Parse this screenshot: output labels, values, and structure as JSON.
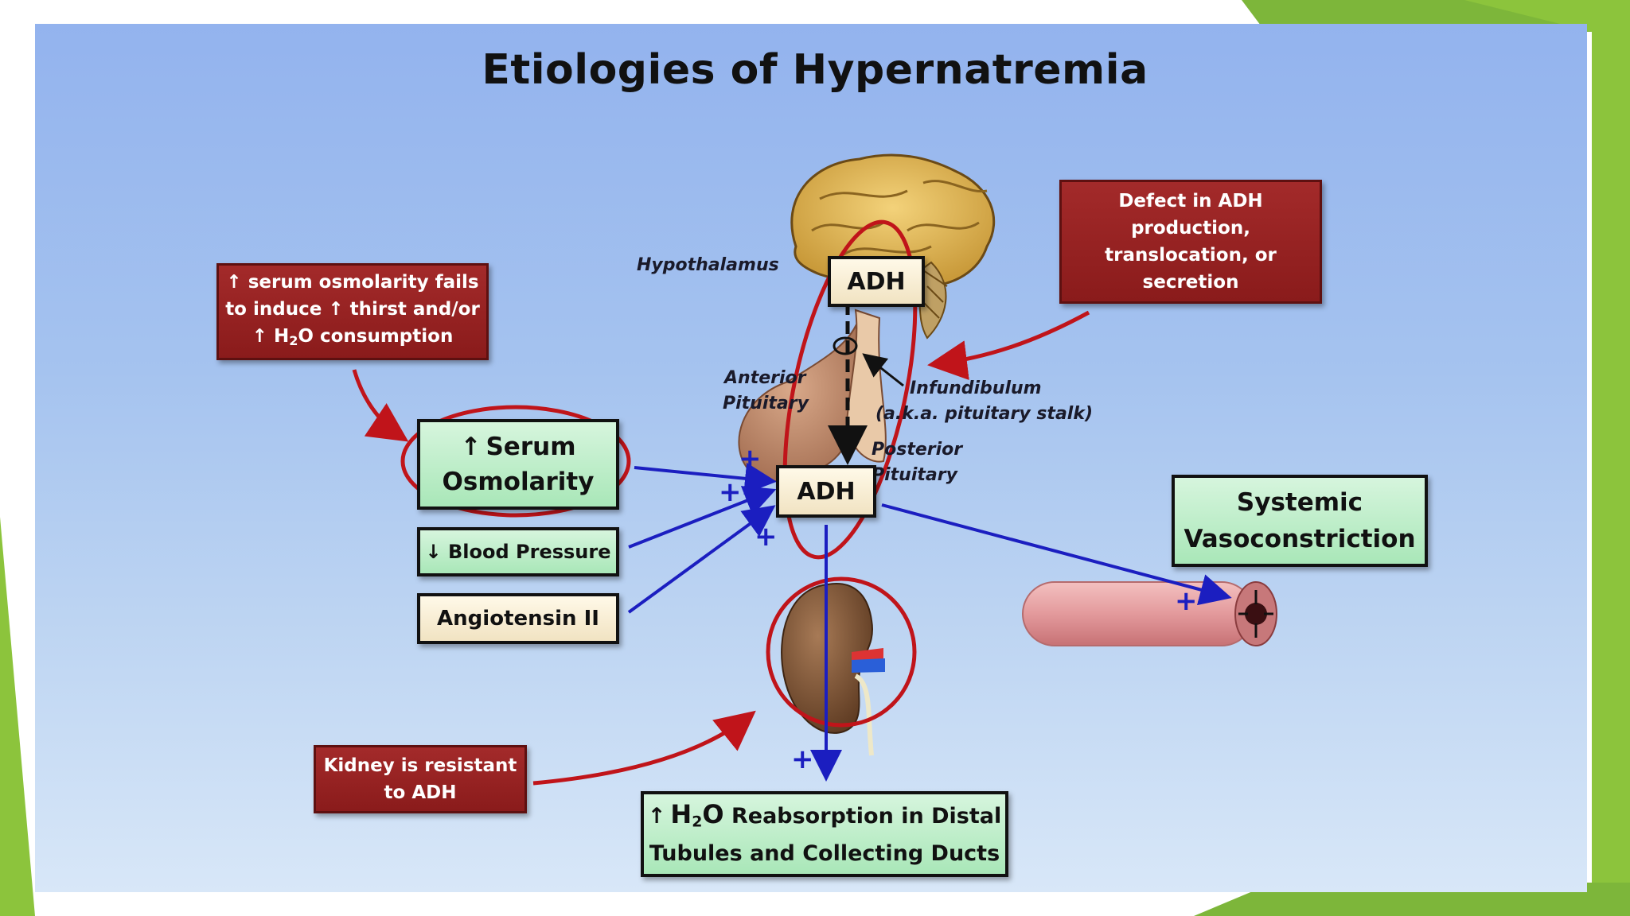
{
  "title": "Etiologies of Hypernatremia",
  "labels": {
    "hypothalamus": "Hypothalamus",
    "anterior_pituitary_1": "Anterior",
    "anterior_pituitary_2": "Pituitary",
    "infundibulum_1": "Infundibulum",
    "infundibulum_2": "(a.k.a. pituitary stalk)",
    "posterior_pituitary_1": "Posterior",
    "posterior_pituitary_2": "Pituitary"
  },
  "hormone_boxes": {
    "adh_hypothalamus": "ADH",
    "adh_pituitary": "ADH"
  },
  "stimuli": {
    "serum_osmolarity_1": "Serum",
    "serum_osmolarity_2": "Osmolarity",
    "blood_pressure": "↓ Blood Pressure",
    "angiotensin": "Angiotensin II"
  },
  "effects": {
    "vasoconstriction_1": "Systemic",
    "vasoconstriction_2": "Vasoconstriction",
    "reabsorption_1a": "H",
    "reabsorption_1b": "2",
    "reabsorption_1c": "O",
    "reabsorption_1d": " Reabsorption in Distal",
    "reabsorption_2": "Tubules and Collecting Ducts"
  },
  "causes": {
    "thirst_1": "↑ serum osmolarity fails",
    "thirst_2": "to induce ↑ thirst and/or",
    "thirst_3a": "↑ H",
    "thirst_3b": "2",
    "thirst_3c": "O consumption",
    "defect_1": "Defect in ADH",
    "defect_2": "production,",
    "defect_3": "translocation, or",
    "defect_4": "secretion",
    "kidney_1": "Kidney is resistant",
    "kidney_2": "to ADH"
  },
  "plus_sign": "+",
  "colors": {
    "red_box": "#8f1f1f",
    "green_box": "#b2eac0",
    "cream_box": "#f7ecd2",
    "arrow_blue": "#1b1ec0",
    "arrow_red": "#c0141a",
    "slide_green": "#8cc43c",
    "panel_blue": "#9fbdee"
  }
}
